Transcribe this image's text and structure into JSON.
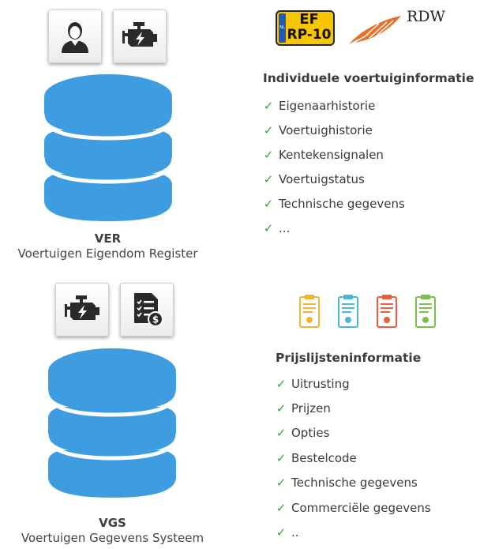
{
  "top_section": {
    "icons": [
      "person-icon",
      "engine-icon"
    ],
    "abbreviation": "VER",
    "full_name": "Voertuigen Eigendom Register",
    "plate": {
      "country": "NL",
      "line1": "EF",
      "line2": "RP-10",
      "color": "#f7c600"
    },
    "brand": "RDW",
    "brand_color": "#e8702a",
    "heading": "Individuele voertuiginformatie",
    "items": [
      "Eigenaarhistorie",
      "Voertuighistorie",
      "Kentekensignalen",
      "Voertuigstatus",
      "Technische gegevens",
      "..."
    ]
  },
  "bottom_section": {
    "icons": [
      "engine-icon",
      "price-document-icon"
    ],
    "abbreviation": "VGS",
    "full_name": "Voertuigen Gegevens Systeem",
    "clipboard_colors": [
      "#f5b333",
      "#4bb6d6",
      "#ee5b3e",
      "#7cc04a"
    ],
    "heading": "Prijslijsteninformatie",
    "items": [
      "Uitrusting",
      "Prijzen",
      "Opties",
      "Bestelcode",
      "Technische gegevens",
      "Commerciële gegevens",
      ".."
    ]
  },
  "colors": {
    "database_blue": "#3d9de0",
    "check_green": "#29a84a"
  }
}
